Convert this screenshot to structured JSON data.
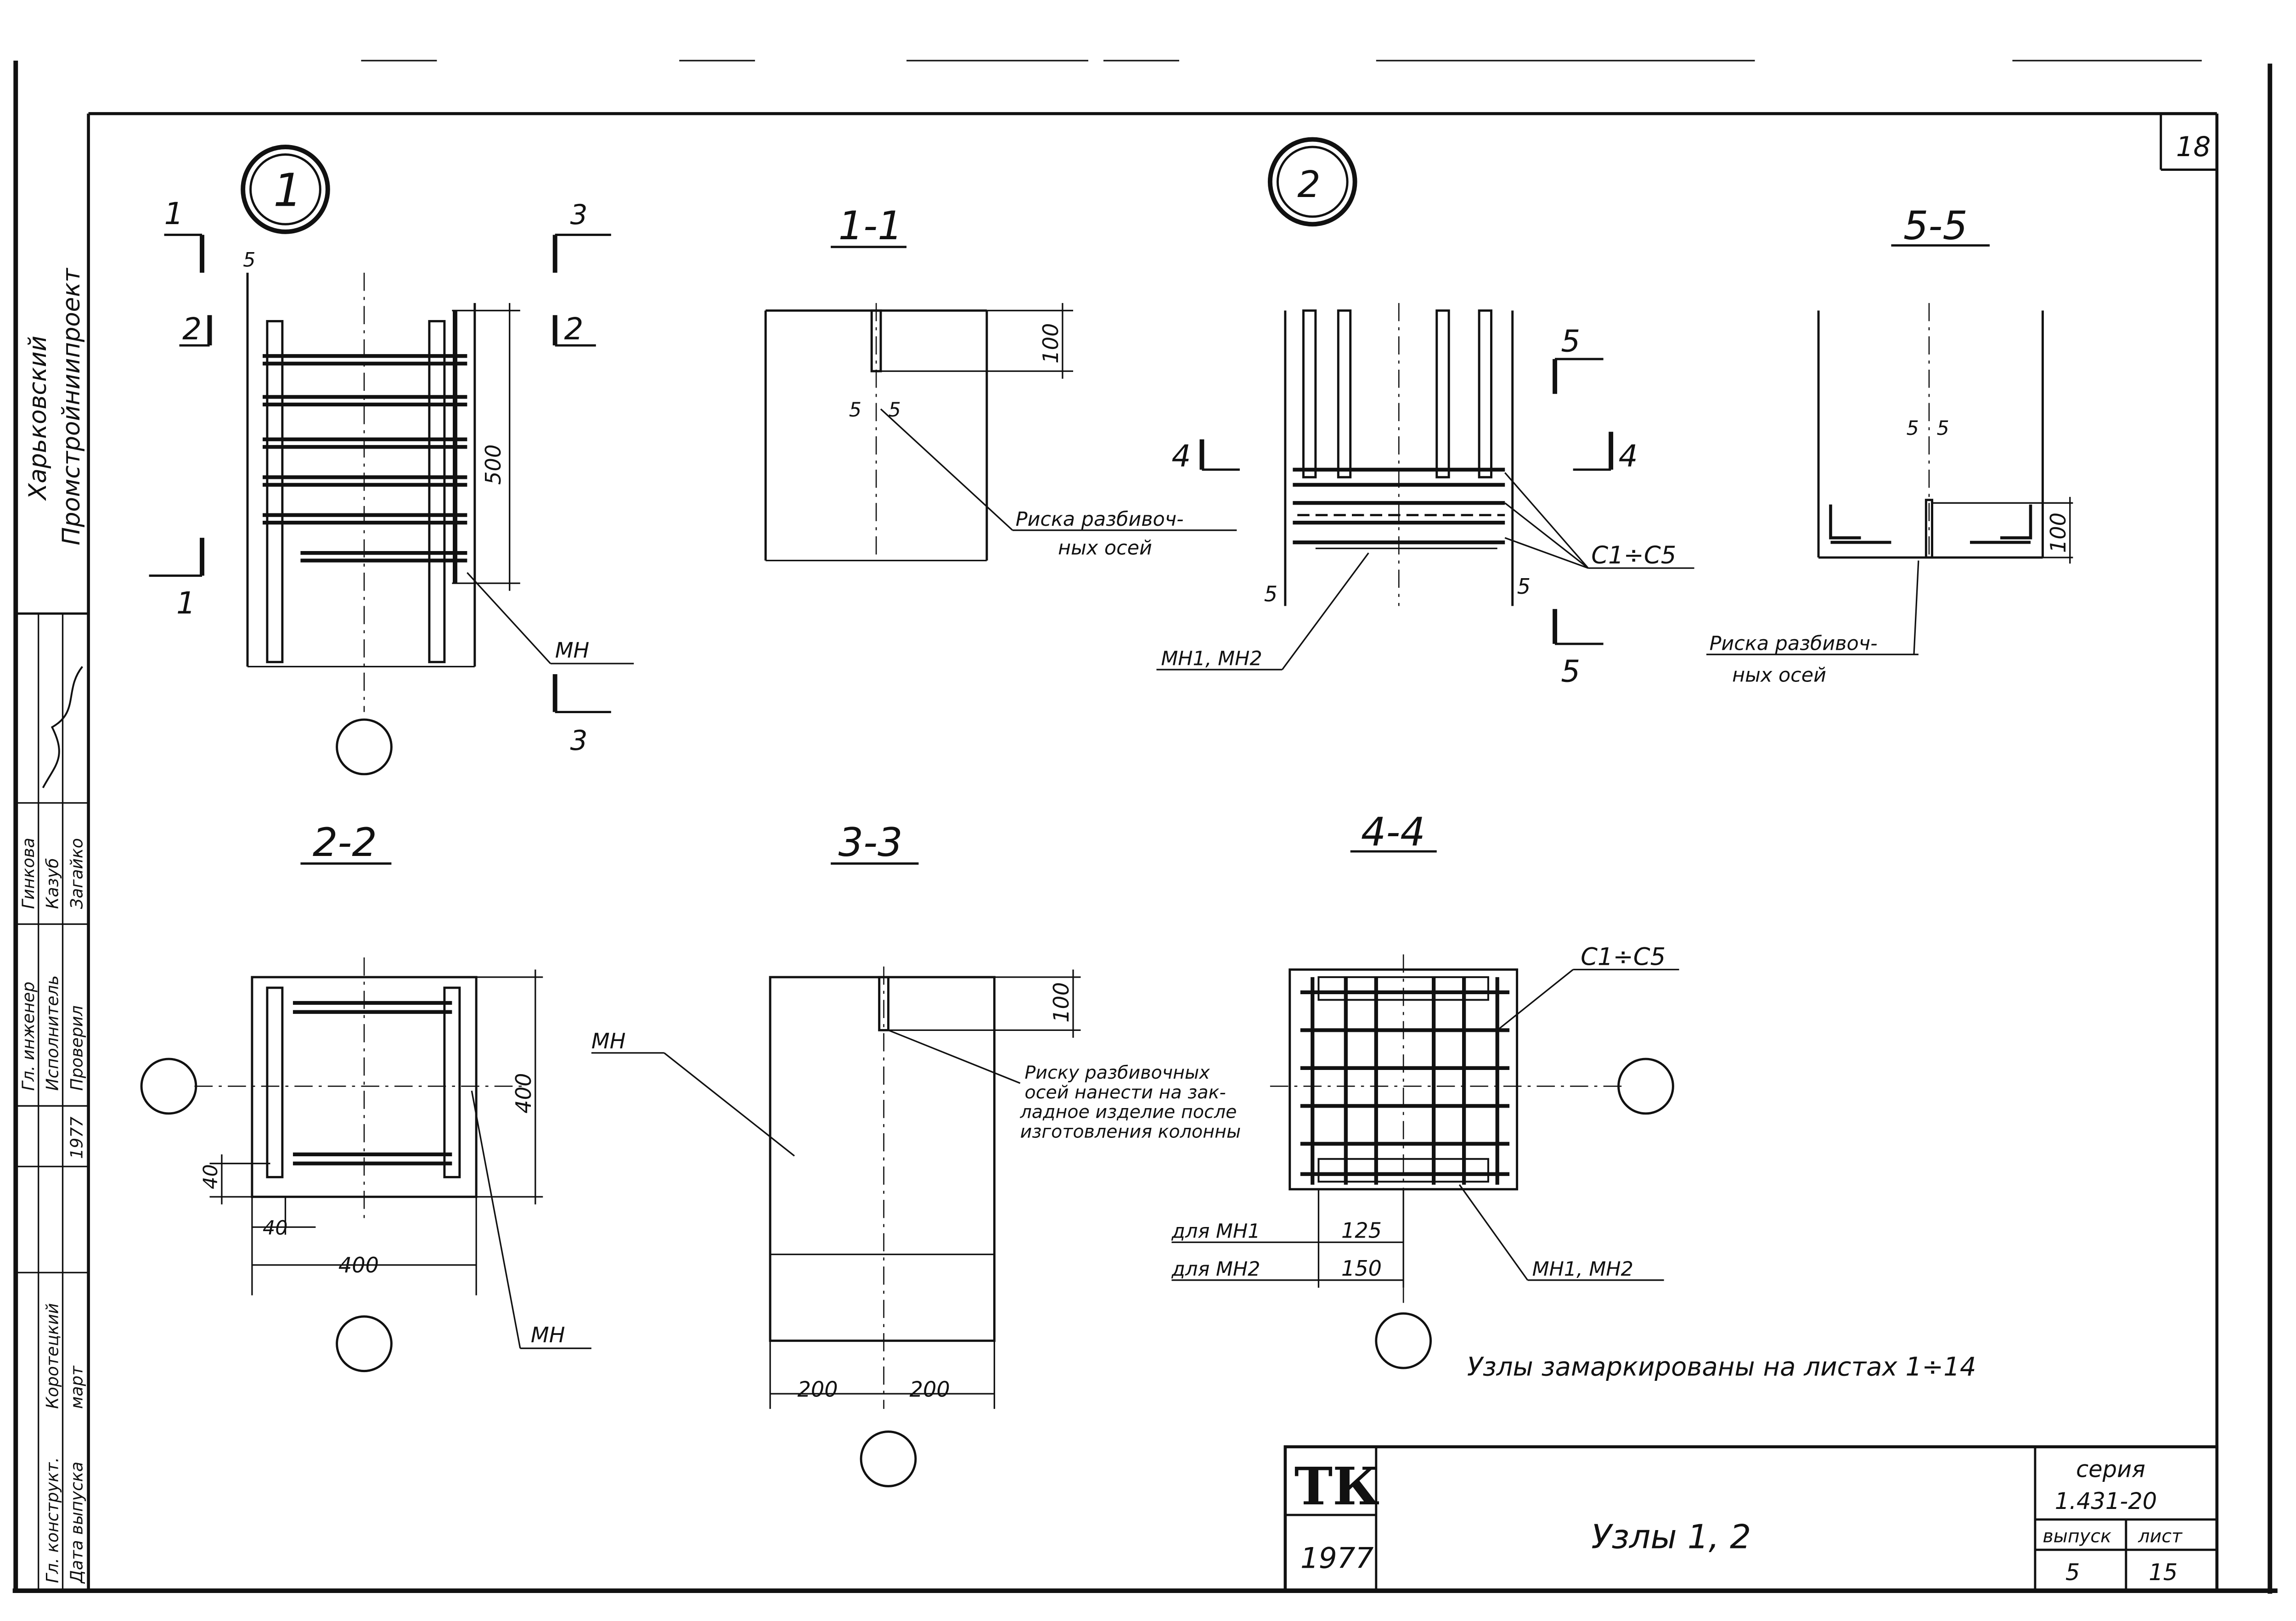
{
  "sheet": {
    "page_number": "18",
    "title": "Узлы 1, 2",
    "note": "Узлы замаркированы на листах 1÷14"
  },
  "side_stamp": {
    "org_line1": "Харьковский",
    "org_line2": "Промстройниипроект",
    "rows": [
      {
        "role": "Гл. инженер",
        "name": "Гинкова"
      },
      {
        "role": "Исполнитель",
        "name": "Казуб"
      },
      {
        "role": "Проверил",
        "name": "Загайко"
      },
      {
        "role": "Гл. конструкт.",
        "name": "Коротецкий"
      },
      {
        "role": "Дата выпуска",
        "name": "март"
      }
    ],
    "year": "1977"
  },
  "title_block": {
    "logo": "ТК",
    "year": "1977",
    "series_label": "серия",
    "series_value": "1.431-20",
    "issue_label": "выпуск",
    "sheet_label": "лист",
    "issue_value": "5",
    "sheet_value": "15"
  },
  "views": {
    "node1_label": "1",
    "node2_label": "2",
    "s11": "1-1",
    "s22": "2-2",
    "s33": "3-3",
    "s44": "4-4",
    "s55": "5-5"
  },
  "cut_marks": {
    "one": "1",
    "two": "2",
    "three": "3",
    "four": "4",
    "five": "5"
  },
  "dims": {
    "d5": "5",
    "d40": "40",
    "d100": "100",
    "d125": "125",
    "d150": "150",
    "d200": "200",
    "d400": "400",
    "d500": "500"
  },
  "labels": {
    "mn": "МН",
    "mn12": "МН1, МН2",
    "c15": "С1÷С5",
    "for_mn1": "для МН1",
    "for_mn2": "для МН2",
    "risk_axes_l1": "Риска разбивоч-",
    "risk_axes_l2": "ных осей",
    "risk_axes5_l1": "Риска разбивоч-",
    "risk_axes5_l2": "ных осей",
    "risk_note_l1": "Риску разбивочных",
    "risk_note_l2": "осей нанести на зак-",
    "risk_note_l3": "ладное изделие после",
    "risk_note_l4": "изготовления колонны"
  }
}
